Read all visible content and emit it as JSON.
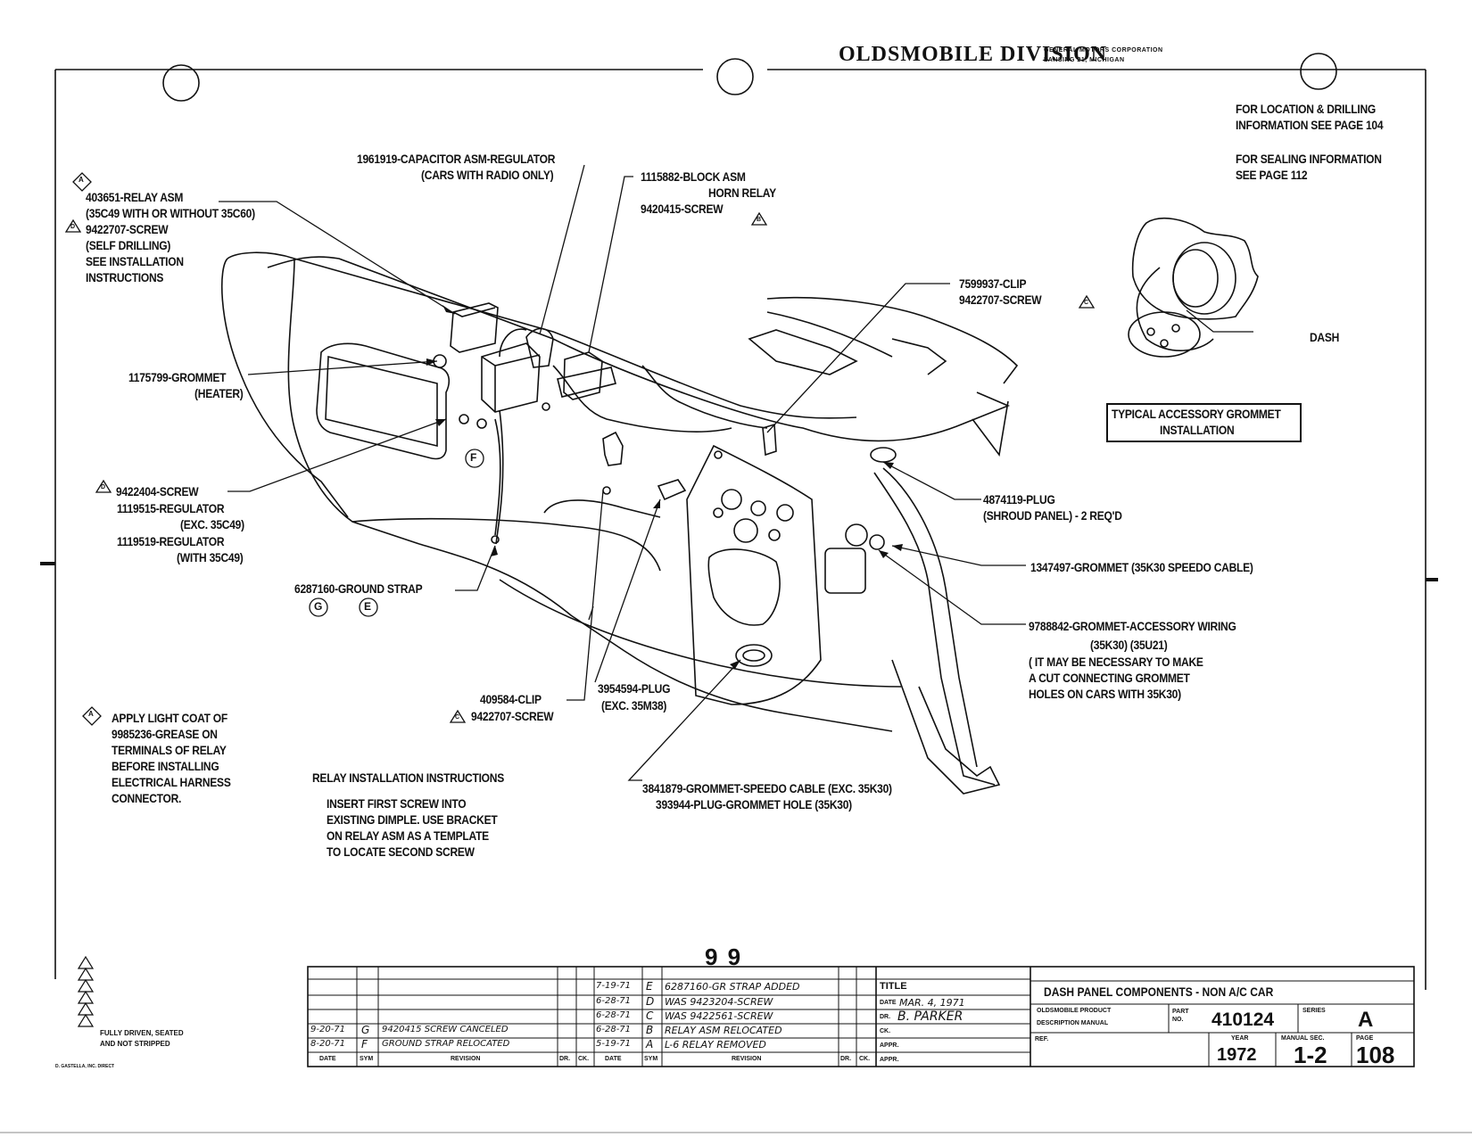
{
  "header": {
    "division": "OLDSMOBILE DIVISION",
    "corp": "GENERAL MOTORS CORPORATION",
    "city": "LANSING 21, MICHIGAN"
  },
  "notes": {
    "location": [
      "FOR LOCATION & DRILLING",
      "INFORMATION SEE PAGE 104"
    ],
    "sealing": [
      "FOR SEALING INFORMATION",
      "SEE PAGE 112"
    ]
  },
  "callouts": {
    "capacitor": [
      "1961919-CAPACITOR ASM-REGULATOR",
      "(CARS WITH RADIO ONLY)"
    ],
    "block": [
      "1115882-BLOCK ASM",
      "HORN RELAY",
      "9420415-SCREW"
    ],
    "relay": [
      "403651-RELAY ASM",
      "(35C49 WITH OR WITHOUT 35C60)",
      "9422707-SCREW",
      "(SELF DRILLING)",
      "SEE INSTALLATION",
      "INSTRUCTIONS"
    ],
    "clip_top": [
      "7599937-CLIP",
      "9422707-SCREW"
    ],
    "dash": "DASH",
    "typical": [
      "TYPICAL ACCESSORY GROMMET",
      "INSTALLATION"
    ],
    "grommet_heater": [
      "1175799-GROMMET",
      "(HEATER)"
    ],
    "screw_regulator": [
      "9422404-SCREW",
      "1119515-REGULATOR",
      "(EXC. 35C49)",
      "1119519-REGULATOR",
      "(WITH 35C49)"
    ],
    "plug_shroud": [
      "4874119-PLUG",
      "(SHROUD PANEL) - 2 REQ'D"
    ],
    "speedo": "1347497-GROMMET (35K30 SPEEDO CABLE)",
    "accessory": [
      "9788842-GROMMET-ACCESSORY WIRING",
      "(35K30)  (35U21)",
      "( IT MAY BE NECESSARY TO MAKE",
      "A CUT CONNECTING GROMMET",
      "HOLES ON CARS WITH 35K30)"
    ],
    "ground": "6287160-GROUND STRAP",
    "clip_bottom": [
      "409584-CLIP",
      "9422707-SCREW"
    ],
    "plug_3954594": [
      "3954594-PLUG",
      "(EXC. 35M38)"
    ],
    "grommet_speedo": [
      "3841879-GROMMET-SPEEDO CABLE (EXC. 35K30)",
      "393944-PLUG-GROMMET HOLE (35K30)"
    ],
    "grease": [
      "APPLY LIGHT COAT OF",
      "9985236-GREASE ON",
      "TERMINALS OF RELAY",
      "BEFORE INSTALLING",
      "ELECTRICAL HARNESS",
      "CONNECTOR."
    ],
    "relay_instr_title": "RELAY INSTALLATION INSTRUCTIONS",
    "relay_instr": [
      "INSERT FIRST SCREW INTO",
      "EXISTING DIMPLE. USE BRACKET",
      "ON RELAY ASM AS A TEMPLATE",
      "TO LOCATE SECOND SCREW"
    ]
  },
  "markers": [
    "F",
    "G",
    "E",
    "A",
    "B",
    "C",
    "D"
  ],
  "page_center": "9 9",
  "legend_note": [
    "FULLY DRIVEN, SEATED",
    "AND NOT STRIPPED"
  ],
  "printer": "D. GASTELLA, INC. DIRECT",
  "revisions_left": {
    "rows": [
      {
        "date": "",
        "sym": "",
        "rev": ""
      },
      {
        "date": "",
        "sym": "",
        "rev": ""
      },
      {
        "date": "",
        "sym": "",
        "rev": ""
      },
      {
        "date": "9-20-71",
        "sym": "G",
        "rev": "9420415 SCREW CANCELED"
      },
      {
        "date": "8-20-71",
        "sym": "F",
        "rev": "GROUND STRAP RELOCATED"
      }
    ],
    "headers": [
      "DATE",
      "SYM",
      "REVISION",
      "DR.",
      "CK."
    ]
  },
  "revisions_right": {
    "rows": [
      {
        "date": "7-19-71",
        "sym": "E",
        "rev": "6287160-GR STRAP ADDED"
      },
      {
        "date": "6-28-71",
        "sym": "D",
        "rev": "WAS 9423204-SCREW"
      },
      {
        "date": "6-28-71",
        "sym": "C",
        "rev": "WAS 9422561-SCREW"
      },
      {
        "date": "6-28-71",
        "sym": "B",
        "rev": "RELAY ASM RELOCATED"
      },
      {
        "date": "5-19-71",
        "sym": "A",
        "rev": "L-6 RELAY REMOVED"
      }
    ],
    "headers": [
      "DATE",
      "SYM",
      "REVISION",
      "DR.",
      "CK."
    ]
  },
  "titleblock": {
    "title_label": "TITLE",
    "title": "DASH PANEL COMPONENTS - NON A/C CAR",
    "date_label": "DATE",
    "date": "MAR. 4, 1971",
    "dr_label": "DR.",
    "dr": "B. PARKER",
    "ck_label": "CK.",
    "appr_label": "APPR.",
    "appr2_label": "APPR.",
    "ref_label": "REF.",
    "product_lines": [
      "OLDSMOBILE PRODUCT",
      "DESCRIPTION MANUAL"
    ],
    "part_label": "PART NO.",
    "part": "410124",
    "series_label": "SERIES",
    "series": "A",
    "year_label": "YEAR",
    "year": "1972",
    "manual_label": "MANUAL SEC.",
    "manual": "1-2",
    "page_label": "PAGE",
    "page": "108"
  }
}
